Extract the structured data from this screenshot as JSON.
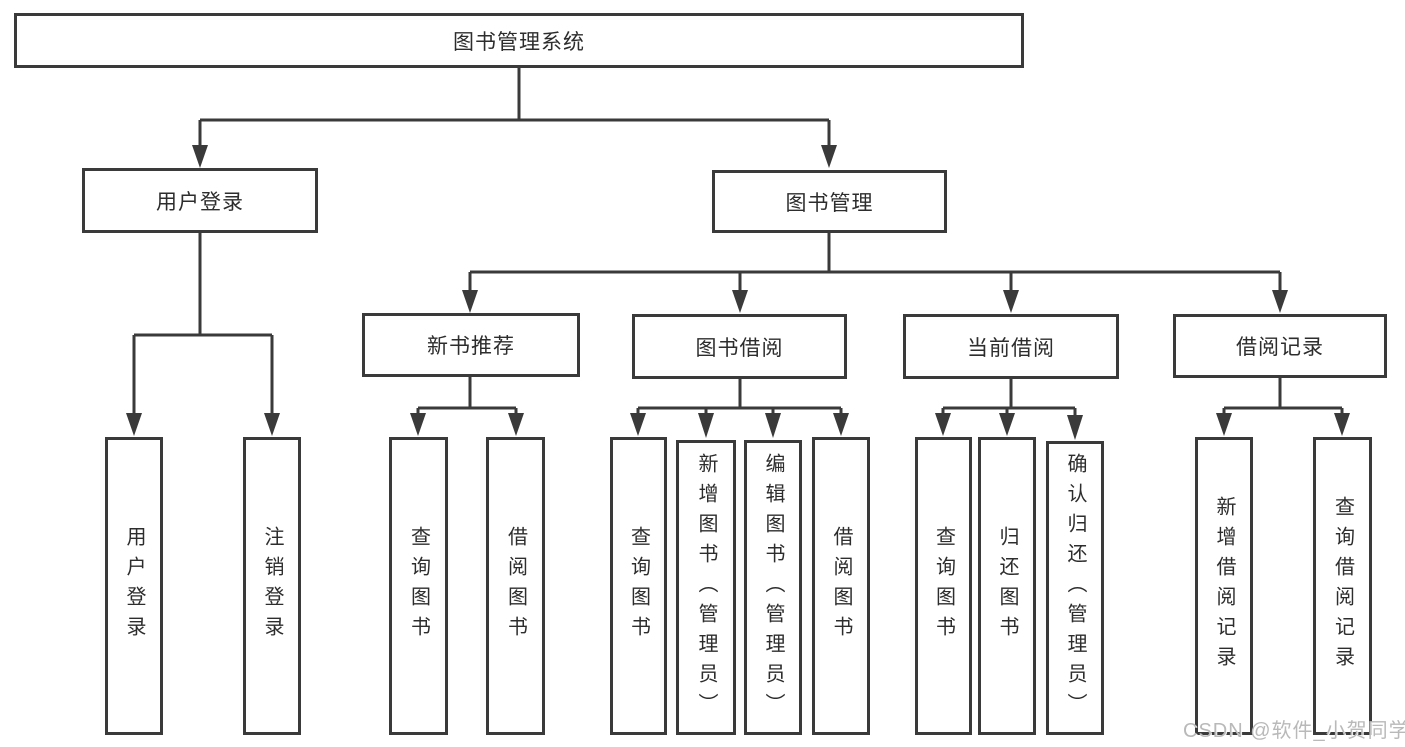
{
  "colors": {
    "line": "#3a3a3a",
    "text": "#2d2d2d",
    "watermark": "#b9b9b9",
    "background": "#ffffff"
  },
  "watermark": {
    "text": "CSDN @软件_小贺同学"
  },
  "nodes": {
    "root": {
      "label": "图书管理系统"
    },
    "userLogin": {
      "label": "用户登录",
      "children": [
        {
          "label": "用户登录"
        },
        {
          "label": "注销登录"
        }
      ]
    },
    "bookMgmt": {
      "label": "图书管理"
    },
    "newBookRec": {
      "label": "新书推荐",
      "children": [
        {
          "label": "查询图书"
        },
        {
          "label": "借阅图书"
        }
      ]
    },
    "bookBorrow": {
      "label": "图书借阅",
      "children": [
        {
          "label": "查询图书"
        },
        {
          "label": "新增图书（管理员）"
        },
        {
          "label": "编辑图书（管理员）"
        },
        {
          "label": "借阅图书"
        }
      ]
    },
    "currentBorrow": {
      "label": "当前借阅",
      "children": [
        {
          "label": "查询图书"
        },
        {
          "label": "归还图书"
        },
        {
          "label": "确认归还（管理员）"
        }
      ]
    },
    "borrowRecords": {
      "label": "借阅记录",
      "children": [
        {
          "label": "新增借阅记录"
        },
        {
          "label": "查询借阅记录"
        }
      ]
    }
  }
}
